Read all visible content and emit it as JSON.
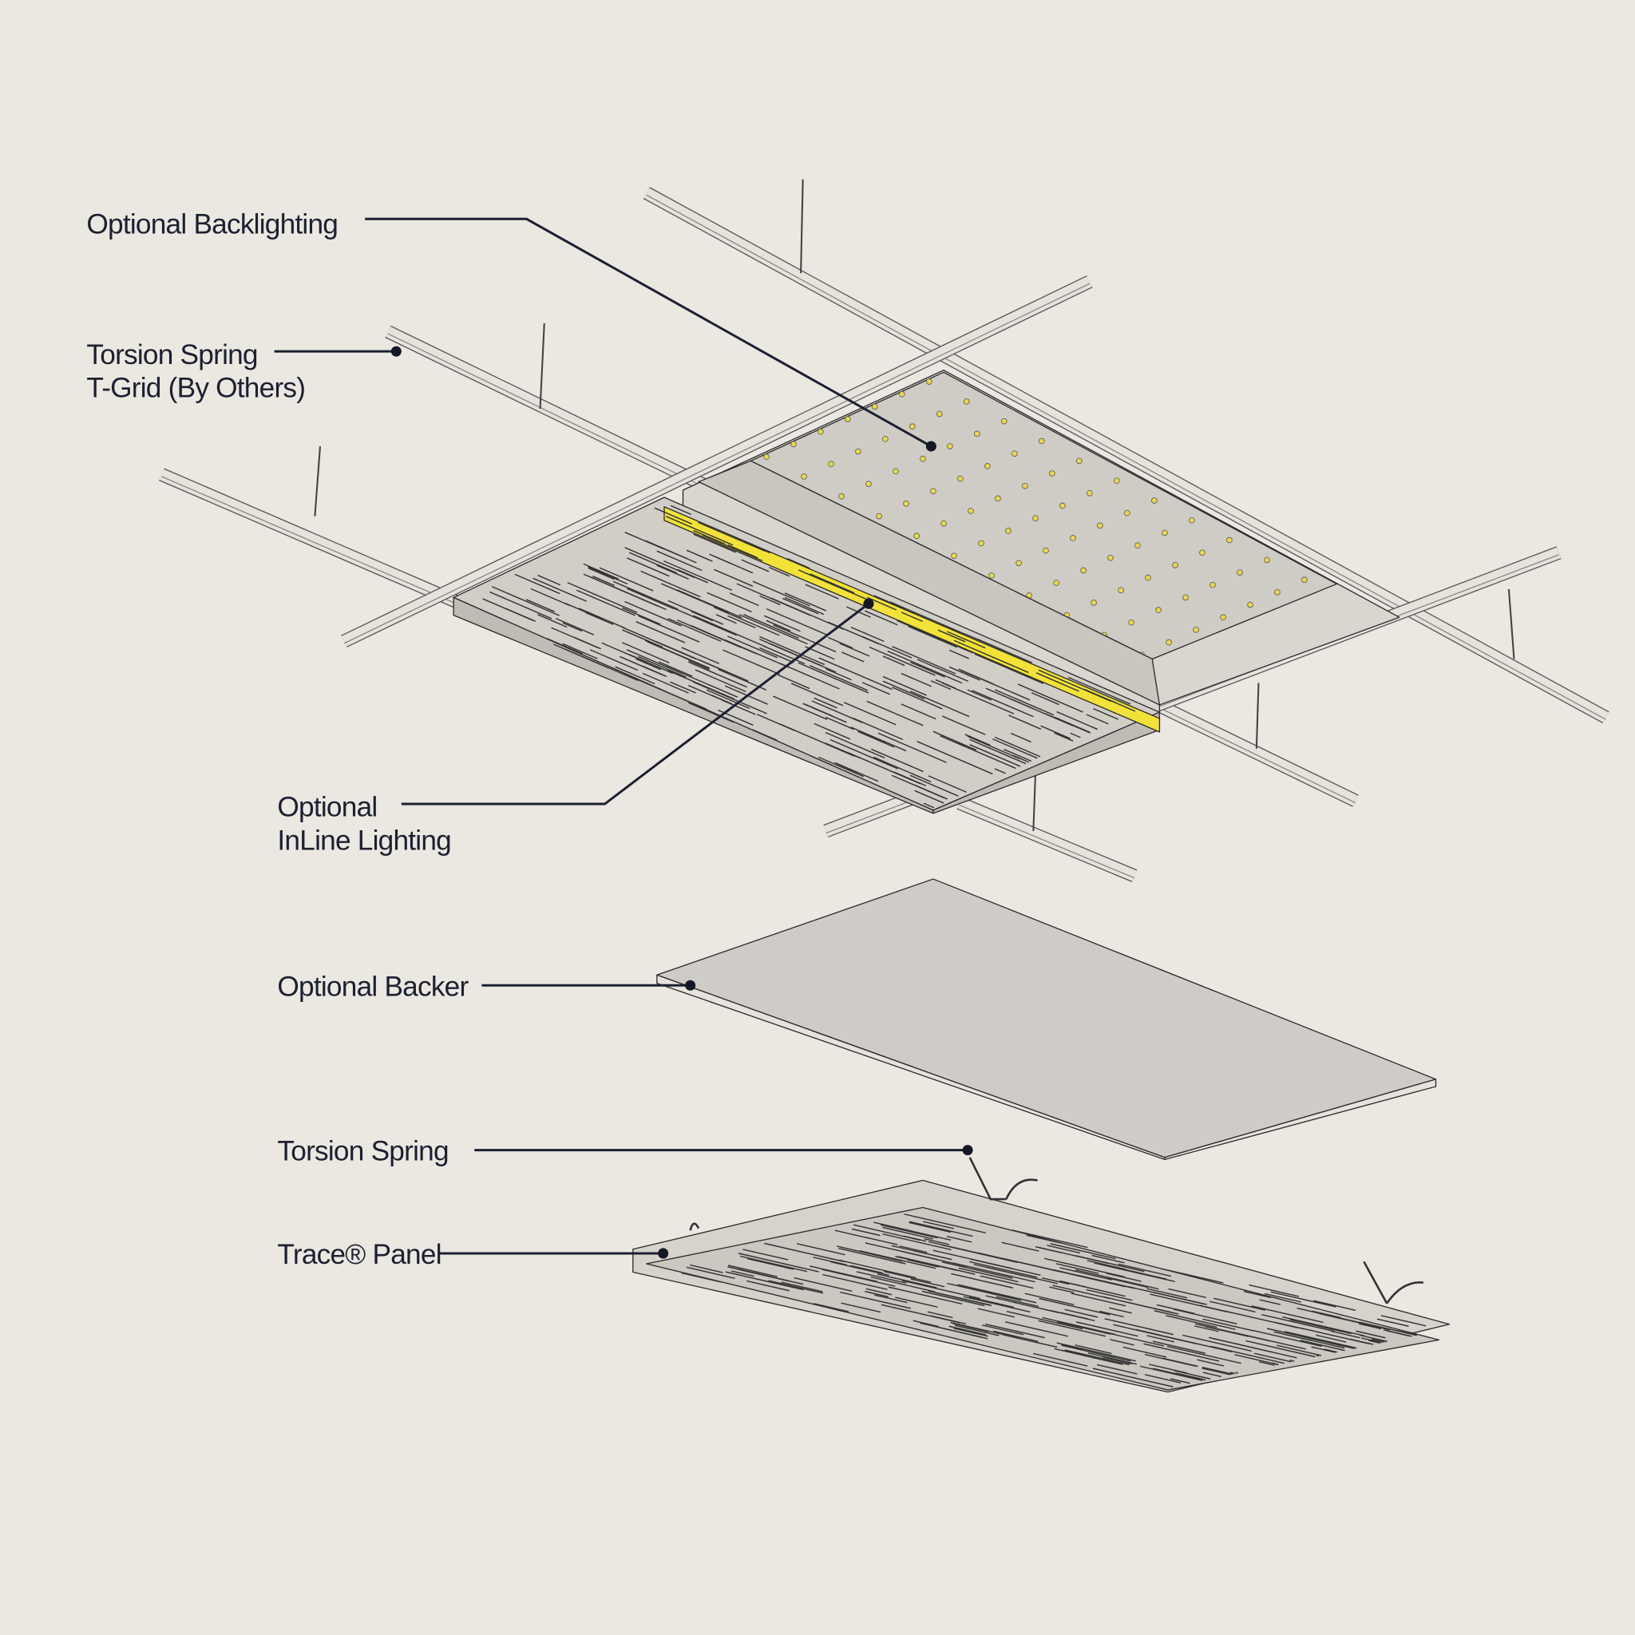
{
  "labels": {
    "optional_backlighting": "Optional Backlighting",
    "t_grid_line1": "Torsion Spring",
    "t_grid_line2": "T-Grid (By Others)",
    "inline_line1": "Optional",
    "inline_line2": "InLine Lighting",
    "optional_backer": "Optional Backer",
    "torsion_spring": "Torsion Spring",
    "trace_panel": "Trace® Panel"
  },
  "colors": {
    "background": "#ebe7e1",
    "text": "#1c2030",
    "grid": "#e6e2dc",
    "panel": "#d3cfca",
    "inline_light": "#f2e237",
    "led": "#e8d84a"
  }
}
